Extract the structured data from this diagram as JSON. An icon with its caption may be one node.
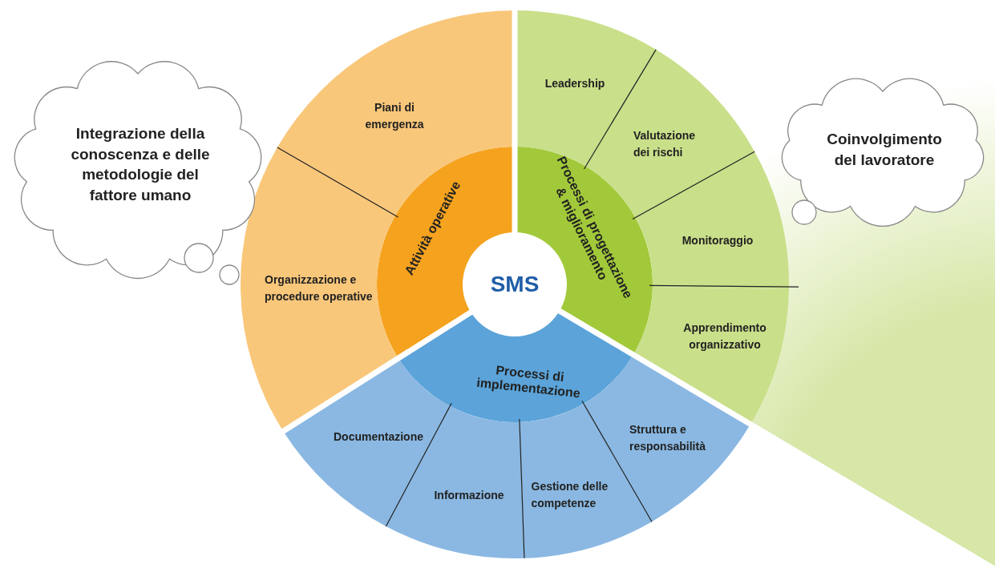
{
  "diagram": {
    "nodes": [
      {
        "text": [
          "SMS"
        ]
      },
      {
        "text": [
          "Attività operative"
        ]
      },
      {
        "text": [
          "Processi di progettazione & miglioramento"
        ]
      },
      {
        "text": [
          "Processi di implementazione"
        ]
      },
      {
        "text": [
          "Piani di emergenza"
        ]
      },
      {
        "text": [
          "Organizzazione e procedure operative"
        ]
      },
      {
        "text": [
          "Leadership"
        ]
      },
      {
        "text": [
          "Valutazione dei rischi"
        ]
      },
      {
        "text": [
          "Monitoraggio"
        ]
      },
      {
        "text": [
          "Apprendimento organizzativo"
        ]
      },
      {
        "text": [
          "Struttura e responsabilità"
        ]
      },
      {
        "text": [
          "Gestione delle competenze"
        ]
      },
      {
        "text": [
          "Informazione"
        ]
      },
      {
        "text": [
          "Documentazione"
        ]
      },
      {
        "text": [
          "Integrazione della conoscenza  e delle metodologie del fattore umano"
        ]
      },
      {
        "text": [
          "Coinvolgimento del lavoratore"
        ]
      }
    ]
  }
}
